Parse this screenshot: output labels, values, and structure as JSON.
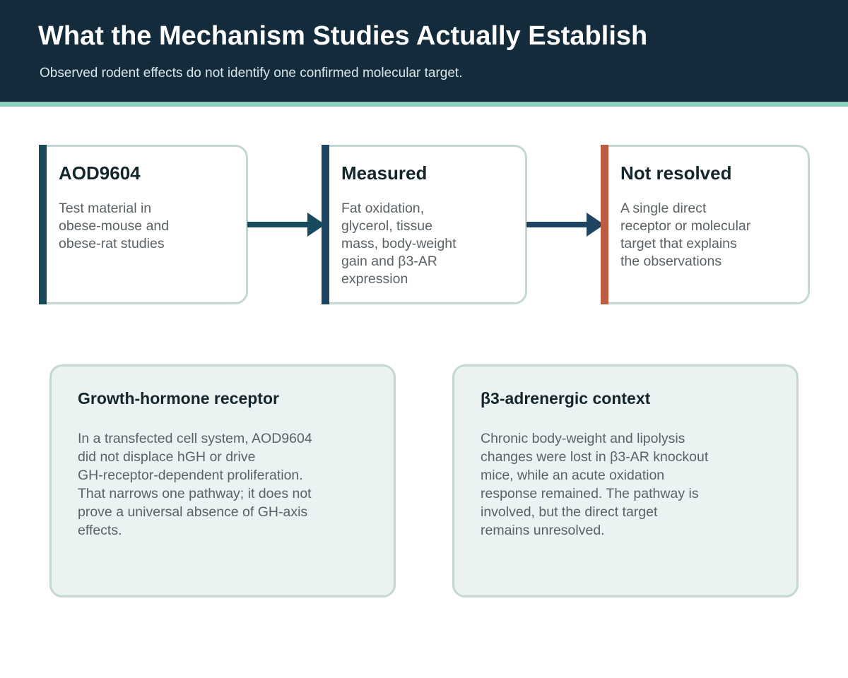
{
  "header": {
    "title": "What the Mechanism Studies Actually Establish",
    "subtitle": "Observed rodent effects do not identify one confirmed molecular target."
  },
  "flow": [
    {
      "title": "AOD9604",
      "body_lines": [
        "Test material in",
        "obese-mouse and",
        "obese-rat studies"
      ],
      "accent_color": "#174a5c"
    },
    {
      "title": "Measured",
      "body_lines": [
        "Fat oxidation,",
        "glycerol, tissue",
        "mass, body-weight",
        "gain and β3-AR",
        "expression"
      ],
      "accent_color": "#1d4563"
    },
    {
      "title": "Not resolved",
      "body_lines": [
        "A single direct",
        "receptor or molecular",
        "target that explains",
        "the observations"
      ],
      "accent_color": "#bb5c43"
    }
  ],
  "notes": [
    {
      "title": "Growth-hormone receptor",
      "body_lines": [
        "In a transfected cell system, AOD9604",
        "did not displace hGH or drive",
        "GH-receptor-dependent proliferation.",
        "That narrows one pathway; it does not",
        "prove a universal absence of GH-axis",
        "effects."
      ]
    },
    {
      "title": "β3-adrenergic context",
      "body_lines": [
        "Chronic body-weight and lipolysis",
        "changes were lost in β3-AR knockout",
        "mice, while an acute oxidation",
        "response remained. The pathway is",
        "involved, but the direct target",
        "remains unresolved."
      ]
    }
  ],
  "colors": {
    "header_bg": "#132b3b",
    "header_rule": "#8fcfbf",
    "arrow_1": "#174a5c",
    "arrow_2": "#1d4563",
    "box_border": "#c5d7d3",
    "note_bg": "#eaf3f1"
  }
}
